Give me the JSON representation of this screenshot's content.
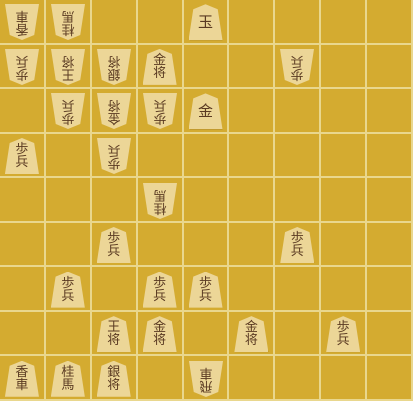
{
  "board": {
    "files": 9,
    "ranks": 9,
    "colors": {
      "board": "#d4ab30",
      "grid": "#e9d78e",
      "piece": "#ecd697",
      "text": "#5a3a22"
    },
    "pieces": [
      {
        "row": 0,
        "col": 0,
        "label": "香車",
        "side": "gote"
      },
      {
        "row": 0,
        "col": 1,
        "label": "桂馬",
        "side": "gote"
      },
      {
        "row": 0,
        "col": 4,
        "label": "玉",
        "side": "sente",
        "single": true
      },
      {
        "row": 1,
        "col": 0,
        "label": "歩兵",
        "side": "gote"
      },
      {
        "row": 1,
        "col": 1,
        "label": "王将",
        "side": "gote"
      },
      {
        "row": 1,
        "col": 2,
        "label": "銀将",
        "side": "gote"
      },
      {
        "row": 1,
        "col": 3,
        "label": "金将",
        "side": "sente"
      },
      {
        "row": 1,
        "col": 6,
        "label": "歩兵",
        "side": "gote"
      },
      {
        "row": 2,
        "col": 1,
        "label": "歩兵",
        "side": "gote"
      },
      {
        "row": 2,
        "col": 2,
        "label": "金将",
        "side": "gote"
      },
      {
        "row": 2,
        "col": 3,
        "label": "歩兵",
        "side": "gote"
      },
      {
        "row": 2,
        "col": 4,
        "label": "金",
        "side": "sente",
        "single": true
      },
      {
        "row": 3,
        "col": 0,
        "label": "歩兵",
        "side": "sente"
      },
      {
        "row": 3,
        "col": 2,
        "label": "歩兵",
        "side": "gote"
      },
      {
        "row": 4,
        "col": 3,
        "label": "桂馬",
        "side": "gote"
      },
      {
        "row": 5,
        "col": 2,
        "label": "歩兵",
        "side": "sente"
      },
      {
        "row": 5,
        "col": 6,
        "label": "歩兵",
        "side": "sente"
      },
      {
        "row": 6,
        "col": 1,
        "label": "歩兵",
        "side": "sente"
      },
      {
        "row": 6,
        "col": 3,
        "label": "歩兵",
        "side": "sente"
      },
      {
        "row": 6,
        "col": 4,
        "label": "歩兵",
        "side": "sente"
      },
      {
        "row": 7,
        "col": 2,
        "label": "王将",
        "side": "sente"
      },
      {
        "row": 7,
        "col": 3,
        "label": "金将",
        "side": "sente"
      },
      {
        "row": 7,
        "col": 5,
        "label": "金将",
        "side": "sente"
      },
      {
        "row": 7,
        "col": 7,
        "label": "歩兵",
        "side": "sente"
      },
      {
        "row": 8,
        "col": 0,
        "label": "香車",
        "side": "sente"
      },
      {
        "row": 8,
        "col": 1,
        "label": "桂馬",
        "side": "sente"
      },
      {
        "row": 8,
        "col": 2,
        "label": "銀将",
        "side": "sente"
      },
      {
        "row": 8,
        "col": 4,
        "label": "飛車",
        "side": "gote"
      }
    ]
  }
}
